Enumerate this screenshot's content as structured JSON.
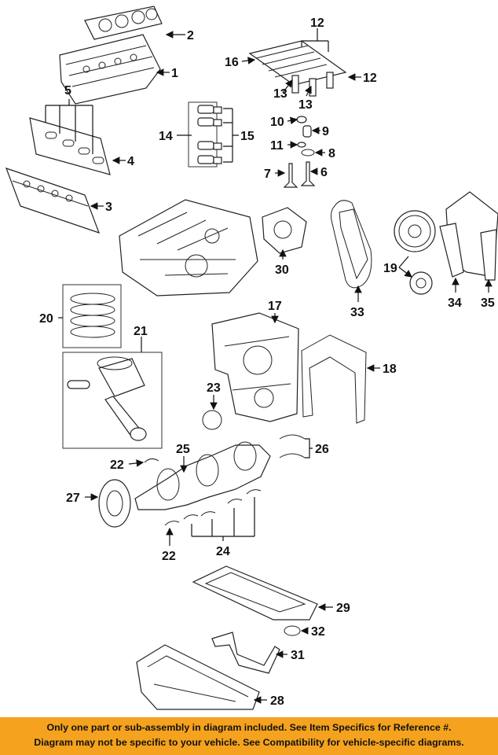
{
  "callouts": [
    "1",
    "2",
    "3",
    "4",
    "5",
    "6",
    "7",
    "8",
    "9",
    "10",
    "11",
    "12",
    "12",
    "13",
    "13",
    "14",
    "15",
    "16",
    "17",
    "18",
    "19",
    "20",
    "21",
    "22",
    "22",
    "23",
    "24",
    "25",
    "26",
    "27",
    "28",
    "29",
    "30",
    "31",
    "32",
    "33",
    "34",
    "35"
  ],
  "footer": {
    "line1": "Only one part or sub-assembly in diagram included. See Item Specifics for Reference #.",
    "line2": "Diagram may not be specific to your vehicle. See Compatibility for vehicle-specific diagrams.",
    "background_color": "#f5a21e"
  }
}
